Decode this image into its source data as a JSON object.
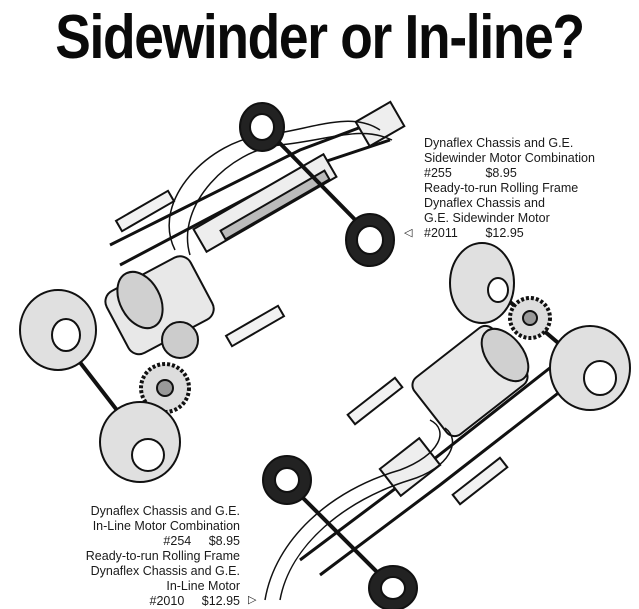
{
  "headline": "Sidewinder or In-line?",
  "sidewinder": {
    "line1": "Dynaflex Chassis and G.E.",
    "line2": "Sidewinder Motor Combination",
    "num1": "#255",
    "price1": "$8.95",
    "line3": "Ready-to-run Rolling Frame",
    "line4": "Dynaflex Chassis and",
    "line5": "G.E. Sidewinder Motor",
    "num2": "#2011",
    "price2": "$12.95",
    "pointer": "◁"
  },
  "inline": {
    "line1": "Dynaflex Chassis and G.E.",
    "line2": "In-Line Motor Combination",
    "num1": "#254",
    "price1": "$8.95",
    "line3": "Ready-to-run Rolling Frame",
    "line4": "Dynaflex Chassis and G.E.",
    "line5": "In-Line Motor",
    "num2": "#2010",
    "price2": "$12.95",
    "pointer": "▷"
  }
}
